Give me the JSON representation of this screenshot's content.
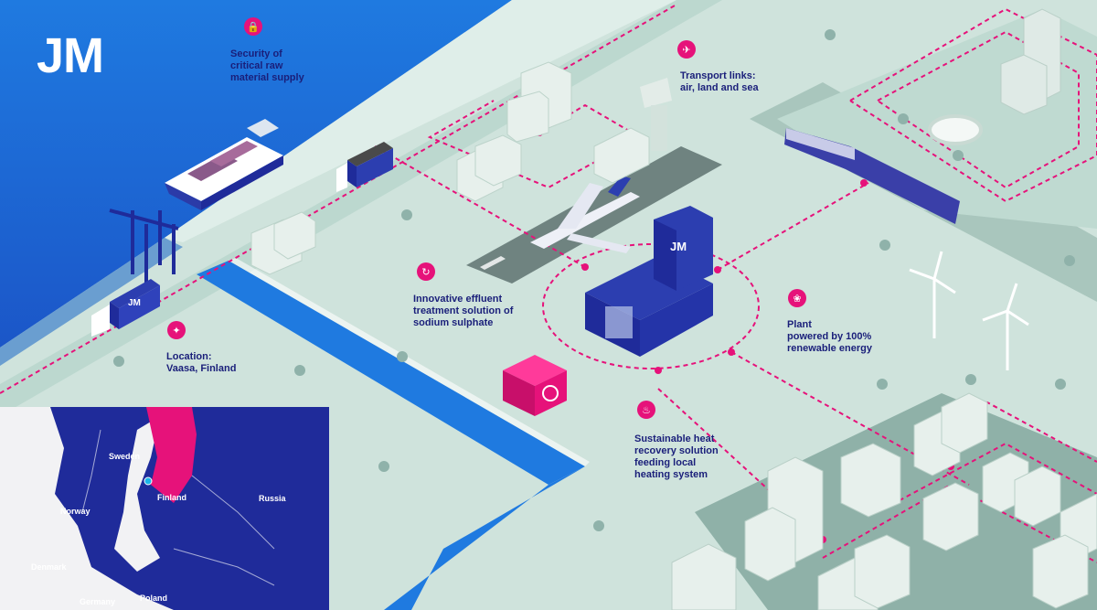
{
  "brand": {
    "logo_text": "JM"
  },
  "callouts": {
    "security": {
      "lines": [
        "Security of",
        "critical raw",
        "material supply"
      ],
      "icon": "lock-icon"
    },
    "transport": {
      "lines": [
        "Transport links:",
        "air, land and sea"
      ],
      "icon": "plane-icon"
    },
    "effluent": {
      "lines": [
        "Innovative effluent",
        "treatment solution of",
        "sodium sulphate"
      ],
      "icon": "recycle-icon"
    },
    "renewable": {
      "lines": [
        "Plant",
        "powered by 100%",
        "renewable energy"
      ],
      "icon": "leaf-icon"
    },
    "location": {
      "lines": [
        "Location:",
        "Vaasa, Finland"
      ],
      "icon": "compass-icon"
    },
    "heat": {
      "lines": [
        "Sustainable heat",
        "recovery solution",
        "feeding local",
        "heating system"
      ],
      "icon": "flame-icon"
    }
  },
  "map": {
    "countries": [
      "Sweden",
      "Finland",
      "Norway",
      "Russia",
      "Denmark",
      "Germany",
      "Poland"
    ]
  },
  "plant": {
    "sign": "JM"
  },
  "truck": {
    "sign": "JM"
  },
  "colors": {
    "sea": "#1b6fd6",
    "land": "#cfe3dc",
    "road": "#b7d4ca",
    "navy": "#1f2b9a",
    "magenta": "#e6127a",
    "text": "#1a1f7a"
  }
}
